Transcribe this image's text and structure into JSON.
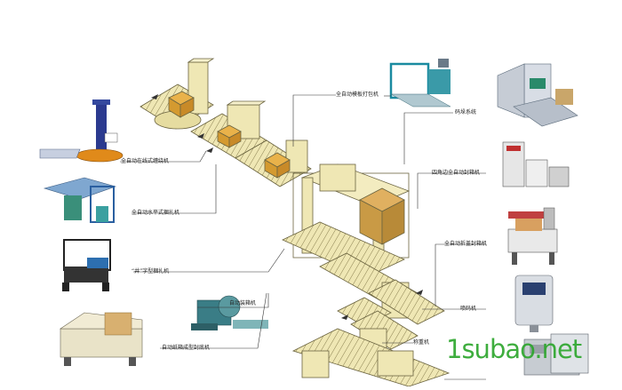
{
  "labels": {
    "stretch_wrapper": "全自动在线式缠绕机",
    "horizontal_strapper": "全自动水平式捆扎机",
    "well_strapper": "“井”字型捆扎机",
    "board_strapper": "全自动模板打包机",
    "palletizer": "码垛系统",
    "four_corner_sealer": "四角边全自动封箱机",
    "flap_sealer": "全自动折盖封箱机",
    "case_packer": "自动装箱机",
    "coder": "喷码机",
    "check_weigher": "称重机",
    "case_erector": "自动纸箱成型封底机"
  },
  "watermark": "1subao.net",
  "colors": {
    "machine_fill": "#efe7b4",
    "machine_stroke": "#6b6440",
    "leader_line": "#333333",
    "watermark": "#2aa52a"
  }
}
